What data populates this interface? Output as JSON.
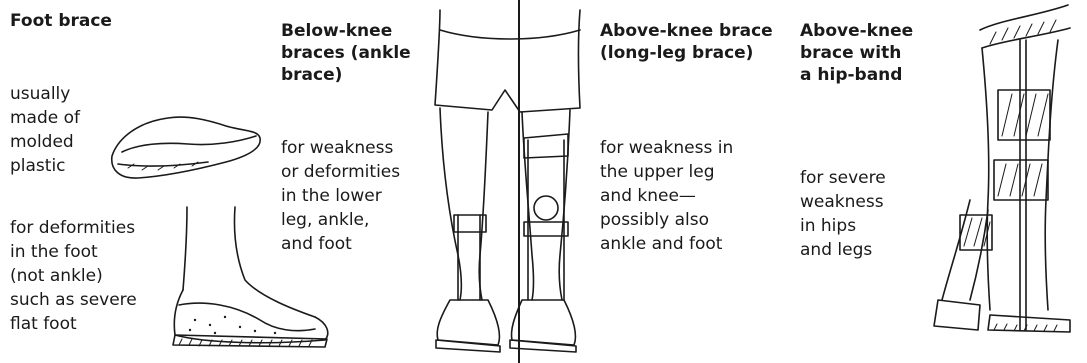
{
  "sections": {
    "foot_brace": {
      "title": [
        "Foot brace"
      ],
      "note_top": [
        "usually",
        "made of",
        "molded",
        "plastic"
      ],
      "note_bottom": [
        "for deformities",
        "in the foot",
        "(not ankle)",
        "such as severe",
        "flat foot"
      ]
    },
    "below_knee": {
      "title": [
        "Below-knee",
        "braces (ankle",
        "brace)"
      ],
      "note": [
        "for weakness",
        "or deformities",
        "in the lower",
        "leg, ankle,",
        "and foot"
      ]
    },
    "above_knee": {
      "title": [
        "Above-knee brace",
        "(long-leg brace)"
      ],
      "note": [
        "for weakness in",
        "the upper leg",
        "and knee—",
        "possibly also",
        "ankle and foot"
      ]
    },
    "above_knee_hip": {
      "title": [
        "Above-knee",
        "brace with",
        "a hip-band"
      ],
      "note": [
        "for severe",
        "weakness",
        "in hips",
        "and legs"
      ]
    }
  }
}
